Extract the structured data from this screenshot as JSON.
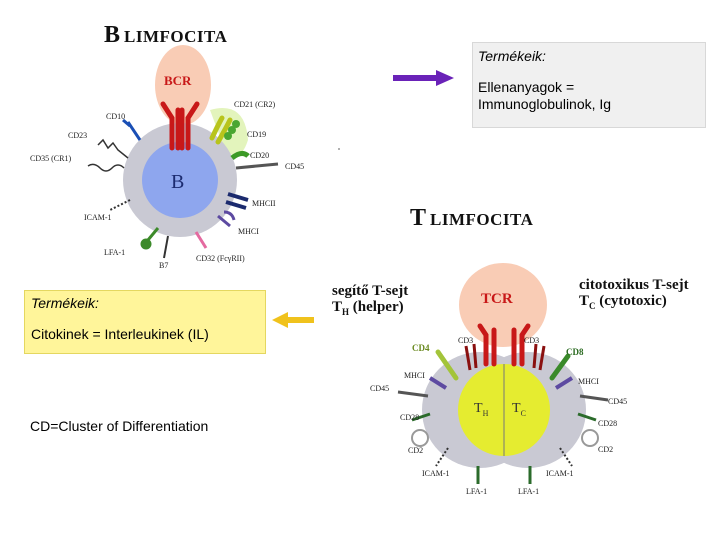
{
  "b_cell": {
    "title_initial": "B",
    "title_rest": "LIMFOCITA",
    "bcr_label": "BCR",
    "cell_label": "B",
    "markers": {
      "cd10": "CD10",
      "cd21": "CD21 (CR2)",
      "cd23": "CD23",
      "cd19": "CD19",
      "cd35": "CD35 (CR1)",
      "cd20": "CD20",
      "cd45": "CD45",
      "mhcii": "MHCII",
      "icam1": "ICAM-1",
      "mhci": "MHCI",
      "lfa1": "LFA-1",
      "cd32": "CD32 (FcγRII)",
      "b7": "B7"
    }
  },
  "t_cell": {
    "title_initial": "T",
    "title_rest": "LIMFOCITA",
    "tcr_label": "TCR",
    "helper_line1": "segítő T-sejt",
    "helper_line2": "T",
    "helper_sub": "H",
    "helper_suffix": " (helper)",
    "cyto_line1": "citotoxikus T-sejt",
    "cyto_line2": "T",
    "cyto_sub": "C",
    "cyto_suffix": " (cytotoxic)",
    "th_label": "T",
    "th_sub": "H",
    "tc_label": "T",
    "tc_sub": "C",
    "markers": {
      "cd4": "CD4",
      "cd3_left": "CD3",
      "cd3_right": "CD3",
      "cd8": "CD8",
      "mhci_left": "MHCI",
      "mhci_right": "MHCI",
      "cd45_left": "CD45",
      "cd45_right": "CD45",
      "cd28_left": "CD28",
      "cd28_right": "CD28",
      "cd2_left": "CD2",
      "cd2_right": "CD2",
      "icam1_left": "ICAM-1",
      "icam1_right": "ICAM-1",
      "lfa1_left": "LFA-1",
      "lfa1_right": "LFA-1"
    }
  },
  "products_b": {
    "heading": "Termékeik:",
    "line1": "Ellenanyagok =",
    "line2": "Immunoglobulinok, Ig"
  },
  "products_t": {
    "heading": "Termékeik:",
    "line1": "Citokinek = Interleukinek (IL)"
  },
  "footnote": "CD=Cluster of Differentiation",
  "colors": {
    "arrow_purple": "#6a22b8",
    "arrow_yellow": "#f0c21c",
    "box_fill": "#f0f0f0",
    "yellow_box_fill": "#fff59a",
    "b_cell": "#8ea6ee",
    "cell_membrane": "#c9c9d3",
    "t_cell": "#e5ec30",
    "receptor_red": "#c81818",
    "receptor_pink": "#f8c3a8"
  }
}
